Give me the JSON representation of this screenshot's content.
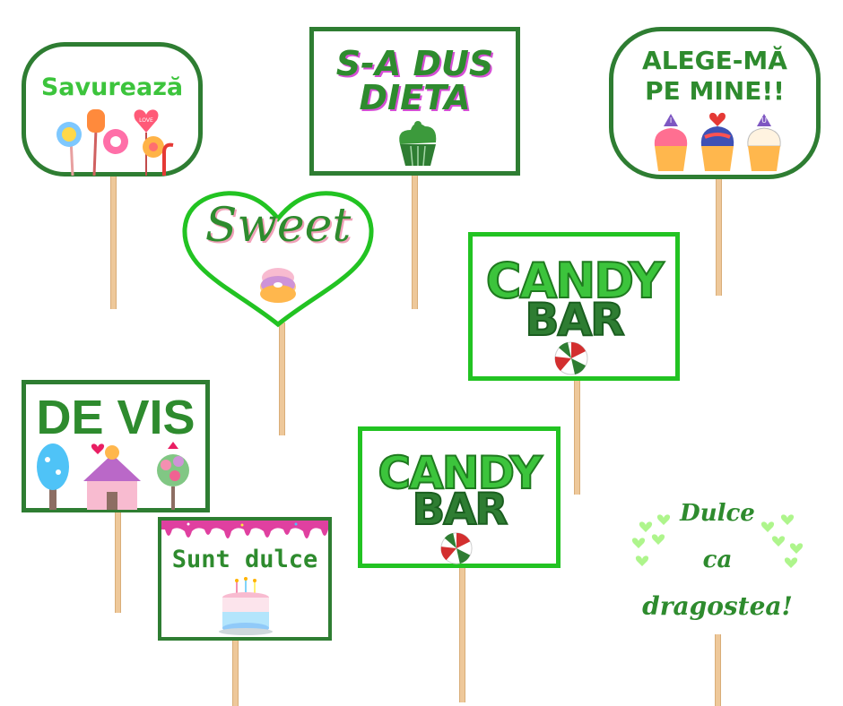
{
  "signs": {
    "savureaza": "Savurează",
    "sa_dus_dieta_line1": "S-A DUS",
    "sa_dus_dieta_line2": "DIETA",
    "alege_line1": "ALEGE-MĂ",
    "alege_line2": "PE MINE!!",
    "sweet": "Sweet",
    "candy_bar_1_line1": "CANDY",
    "candy_bar_1_line2": "BAR",
    "de_vis": "DE VIS",
    "candy_bar_2_line1": "CANDY",
    "candy_bar_2_line2": "BAR",
    "sunt_dulce": "Sunt dulce",
    "dulce_line1": "Dulce",
    "dulce_line2": "ca",
    "dulce_line3": "dragostea!"
  },
  "decorations": {
    "lollipop_label": "LOVE",
    "cupcake_letters": [
      "I",
      "♥",
      "U"
    ]
  },
  "colors": {
    "frame_dark": "#2e7d32",
    "frame_light": "#22c322",
    "text_green": "#2e8b2e",
    "text_bright": "#3cc43c",
    "stick": "#eec89a"
  }
}
